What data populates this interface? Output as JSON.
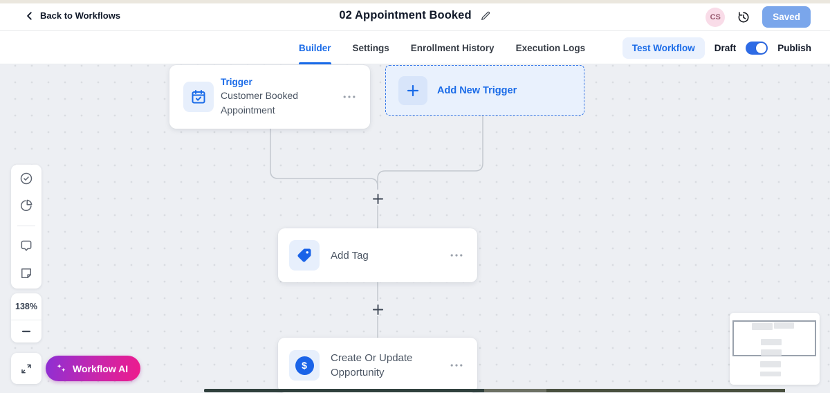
{
  "header": {
    "back_label": "Back to Workflows",
    "title": "02 Appointment Booked",
    "avatar_initials": "CS",
    "saved_label": "Saved"
  },
  "tabbar": {
    "tabs": [
      {
        "label": "Builder",
        "active": true
      },
      {
        "label": "Settings",
        "active": false
      },
      {
        "label": "Enrollment History",
        "active": false
      },
      {
        "label": "Execution Logs",
        "active": false
      }
    ],
    "test_workflow_label": "Test Workflow",
    "draft_label": "Draft",
    "publish_label": "Publish",
    "publish_toggle_state": "on"
  },
  "canvas": {
    "trigger_card": {
      "badge": "Trigger",
      "title": "Customer Booked Appointment"
    },
    "add_new_trigger_label": "Add New Trigger",
    "action_nodes": [
      {
        "title": "Add Tag"
      },
      {
        "title": "Create Or Update Opportunity"
      }
    ],
    "dollar_glyph": "$"
  },
  "left_toolbar": {
    "zoom_level": "138%",
    "icons": [
      "check-circle",
      "pie-chart",
      "comment",
      "sticky-note"
    ]
  },
  "workflow_ai": {
    "label": "Workflow AI"
  },
  "colors": {
    "accent_blue": "#1a6be8",
    "saved_button_bg": "#7aa6eb",
    "test_workflow_bg": "#eaf1fd",
    "toggle_on": "#2e6be5",
    "avatar_bg": "#f9dce8",
    "canvas_bg": "#edeff3",
    "dashed_trigger_bg": "#e9f1fd",
    "workflow_ai_gradient_start": "#8d2fd4",
    "workflow_ai_gradient_end": "#ee1b8c",
    "node_icon_bg": "#e7effc",
    "connector": "#c3c8cf"
  }
}
